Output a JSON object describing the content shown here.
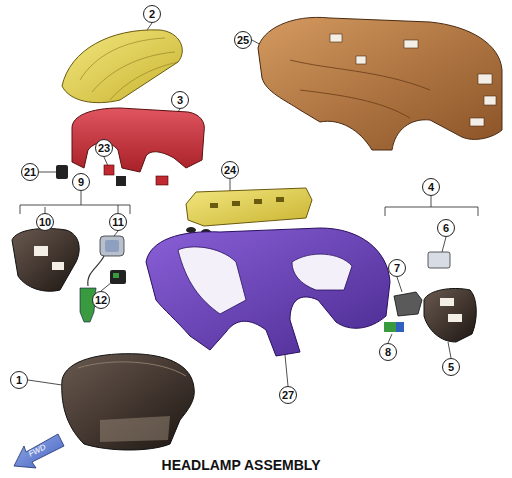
{
  "diagram": {
    "title": "HEADLAMP ASSEMBLY",
    "labels": [
      "2",
      "25",
      "3",
      "21",
      "23",
      "9",
      "24",
      "4",
      "10",
      "11",
      "6",
      "7",
      "12",
      "27",
      "8",
      "5",
      "1",
      "FWD"
    ]
  }
}
